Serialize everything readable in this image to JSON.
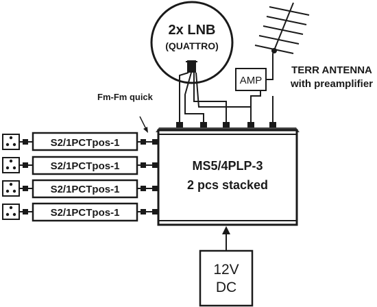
{
  "lnb": {
    "line1": "2x LNB",
    "line2": "(QUATTRO)"
  },
  "amp": {
    "label": "AMP"
  },
  "antenna": {
    "line1": "TERR ANTENNA",
    "line2": "with preamplifier"
  },
  "cable_note": "Fm-Fm quick",
  "multiswitch": {
    "line1": "MS5/4PLP-3",
    "line2": "2 pcs stacked"
  },
  "power": {
    "line1": "12V",
    "line2": "DC"
  },
  "outlets": [
    {
      "label": "S2/1PCTpos-1"
    },
    {
      "label": "S2/1PCTpos-1"
    },
    {
      "label": "S2/1PCTpos-1"
    },
    {
      "label": "S2/1PCTpos-1"
    }
  ],
  "colors": {
    "ink": "#1a1a1a",
    "background": "#ffffff",
    "box_shadow": "#2a2a2a"
  }
}
